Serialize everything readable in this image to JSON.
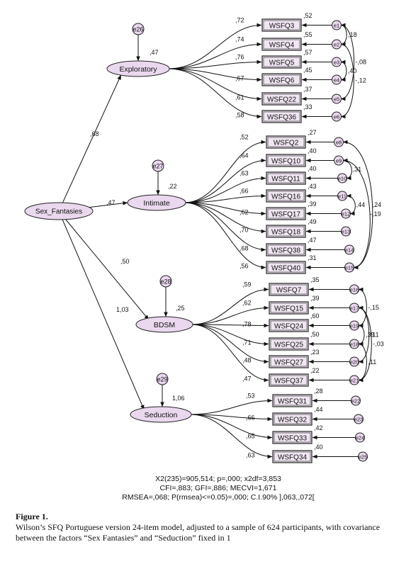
{
  "latent": {
    "general": {
      "label": "Sex_Fantasies"
    },
    "factors": [
      {
        "label": "Exploratory",
        "error": "e26",
        "r2": ",47",
        "loading": ",68"
      },
      {
        "label": "Intimate",
        "error": "e27",
        "r2": ",22",
        "loading": ",47"
      },
      {
        "label": "BDSM",
        "error": "e28",
        "r2": ",25",
        "loading": ",50"
      },
      {
        "label": "Seduction",
        "error": "e29",
        "r2": "1,06",
        "loading": "1,03"
      }
    ]
  },
  "items": [
    {
      "label": "WSFQ3",
      "factor": 0,
      "loading": ",72",
      "r2": ",52",
      "error": "e1"
    },
    {
      "label": "WSFQ4",
      "factor": 0,
      "loading": ",74",
      "r2": ",55",
      "error": "e2"
    },
    {
      "label": "WSFQ5",
      "factor": 0,
      "loading": ",76",
      "r2": ",57",
      "error": "e3"
    },
    {
      "label": "WSFQ6",
      "factor": 0,
      "loading": ",67",
      "r2": ",45",
      "error": "e4"
    },
    {
      "label": "WSFQ22",
      "factor": 0,
      "loading": ",61",
      "r2": ",37",
      "error": "e5"
    },
    {
      "label": "WSFQ36",
      "factor": 0,
      "loading": ",58",
      "r2": ",33",
      "error": "e6"
    },
    {
      "label": "WSFQ2",
      "factor": 1,
      "loading": ",52",
      "r2": ",27",
      "error": "e8"
    },
    {
      "label": "WSFQ10",
      "factor": 1,
      "loading": ",64",
      "r2": ",40",
      "error": "e9"
    },
    {
      "label": "WSFQ11",
      "factor": 1,
      "loading": ",63",
      "r2": ",40",
      "error": "e10"
    },
    {
      "label": "WSFQ16",
      "factor": 1,
      "loading": ",66",
      "r2": ",43",
      "error": "e11"
    },
    {
      "label": "WSFQ17",
      "factor": 1,
      "loading": ",62",
      "r2": ",39",
      "error": "e12"
    },
    {
      "label": "WSFQ18",
      "factor": 1,
      "loading": ",70",
      "r2": ",49",
      "error": "e13"
    },
    {
      "label": "WSFQ38",
      "factor": 1,
      "loading": ",68",
      "r2": ",47",
      "error": "e14"
    },
    {
      "label": "WSFQ40",
      "factor": 1,
      "loading": ",56",
      "r2": ",31",
      "error": "e15"
    },
    {
      "label": "WSFQ7",
      "factor": 2,
      "loading": ",59",
      "r2": ",35",
      "error": "e16"
    },
    {
      "label": "WSFQ15",
      "factor": 2,
      "loading": ",62",
      "r2": ",39",
      "error": "e17"
    },
    {
      "label": "WSFQ24",
      "factor": 2,
      "loading": ",78",
      "r2": ",60",
      "error": "e19"
    },
    {
      "label": "WSFQ25",
      "factor": 2,
      "loading": ",71",
      "r2": ",50",
      "error": "e18"
    },
    {
      "label": "WSFQ27",
      "factor": 2,
      "loading": ",48",
      "r2": ",23",
      "error": "e20"
    },
    {
      "label": "WSFQ37",
      "factor": 2,
      "loading": ",47",
      "r2": ",22",
      "error": "e21"
    },
    {
      "label": "WSFQ31",
      "factor": 3,
      "loading": ",53",
      "r2": ",28",
      "error": "e22"
    },
    {
      "label": "WSFQ32",
      "factor": 3,
      "loading": ",66",
      "r2": ",44",
      "error": "e23"
    },
    {
      "label": "WSFQ33",
      "factor": 3,
      "loading": ",65",
      "r2": ",42",
      "error": "e24"
    },
    {
      "label": "WSFQ34",
      "factor": 3,
      "loading": ",63",
      "r2": ",40",
      "error": "e25"
    }
  ],
  "covariances": [
    {
      "from": 0,
      "to": 1,
      "value": ",18"
    },
    {
      "from": 2,
      "to": 3,
      "value": ",40"
    },
    {
      "from": 0,
      "to": 4,
      "value": "-,08"
    },
    {
      "from": 1,
      "to": 5,
      "value": "-,12"
    },
    {
      "from": 7,
      "to": 8,
      "value": ",31"
    },
    {
      "from": 9,
      "to": 10,
      "value": ",44"
    },
    {
      "from": 6,
      "to": 13,
      "value": ",24"
    },
    {
      "from": 7,
      "to": 13,
      "value": "-,19"
    },
    {
      "from": 14,
      "to": 16,
      "value": "-,15"
    },
    {
      "from": 16,
      "to": 17,
      "value": ",39"
    },
    {
      "from": 15,
      "to": 18,
      "value": ",11"
    },
    {
      "from": 17,
      "to": 19,
      "value": ",11"
    },
    {
      "from": 15,
      "to": 19,
      "value": "-,03"
    }
  ],
  "fit": {
    "line1": "X2(235)=905,514; p=,000; x2df=3,853",
    "line2": "CFI=,883; GFI=,886; MECVI=1,671",
    "line3": "RMSEA=,068; P(rmsea)<=0.05)=,000; C.I.90% ],063,,072["
  },
  "caption": {
    "title": "Figure 1.",
    "text": "Wilson’s SFQ Portuguese version 24-item model, adjusted to a sample of 624 participants, with covariance between the factors “Sex Fantasies” and “Seduction” fixed in 1"
  },
  "colors": {
    "latent_fill": "#ead8ee",
    "item_fill": "#f0e6f2",
    "stroke": "#222222"
  }
}
